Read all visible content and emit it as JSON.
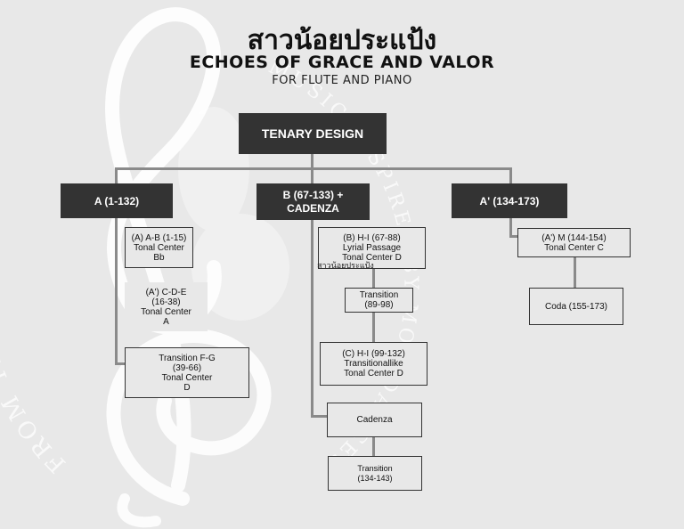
{
  "title_thai": "สาวน้อยประแป้ง",
  "title": "ECHOES OF GRACE AND VALOR",
  "subtitle": "FOR FLUTE AND PIANO",
  "watermark": {
    "left": "FROM THE REEDS",
    "right": "MUSIC INSPIRED BY MON DANCES"
  },
  "root": {
    "label": "TENARY DESIGN"
  },
  "sections": {
    "a": {
      "label": "A (1-132)",
      "items": [
        {
          "lines": [
            "(A) A-B (1-15)",
            "Tonal Center",
            "Bb"
          ]
        },
        {
          "lines": [
            "(A') C-D-E",
            "(16-38)",
            "Tonal Center",
            "A"
          ]
        },
        {
          "lines": [
            "Transition F-G",
            "(39-66)",
            "Tonal Center",
            "D"
          ]
        }
      ]
    },
    "b": {
      "label_line1": "B (67-133) +",
      "label_line2": "CADENZA",
      "items": [
        {
          "lines": [
            "(B) H-I (67-88)",
            "Lyrial Passage",
            "Tonal Center D"
          ]
        },
        {
          "lines": [
            "Transition",
            "(89-98)"
          ]
        },
        {
          "lines": [
            "(C) H-I (99-132)",
            "Transitionallike",
            "Tonal Center D"
          ]
        },
        {
          "lines": [
            "Cadenza"
          ]
        },
        {
          "lines": [
            "Transition",
            "(134-143)"
          ]
        }
      ],
      "stray_text": "สาวน้อยประแป้ง"
    },
    "a_prime": {
      "label": "A' (134-173)",
      "items": [
        {
          "lines": [
            "(A') M (144-154)",
            "Tonal Center C"
          ]
        },
        {
          "lines": [
            "Coda (155-173)"
          ]
        }
      ]
    }
  },
  "colors": {
    "background": "#e8e8e8",
    "dark_box": "#333333",
    "connector": "#8a8a8a"
  }
}
